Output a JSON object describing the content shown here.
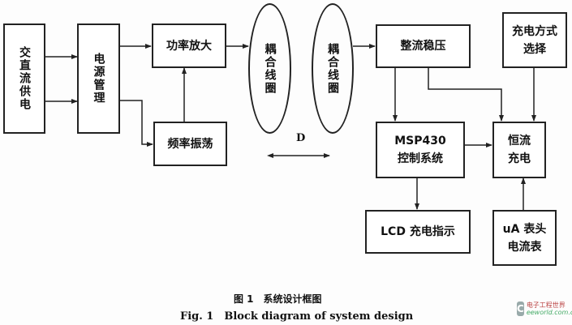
{
  "diagram": {
    "blocks": {
      "ac_dc_supply": "交直流供电",
      "power_management": "电源管理",
      "power_amplifier": "功率放大",
      "frequency_oscillator": "频率振荡",
      "coupling_coil_tx": "耦合线圈",
      "coupling_coil_rx": "耦合线圈",
      "rectifier_regulator": "整流稳压",
      "charge_mode_select": "充电方式\n选择",
      "msp430_control": "MSP430\n控制系统",
      "constant_current_charge": "恒流\n充电",
      "lcd_indicator": "LCD 充电指示",
      "ua_meter": "uA 表头\n电流表"
    },
    "distance_label": "D"
  },
  "caption": {
    "zh": "图 1　系统设计框图",
    "en": "Fig. 1　Block diagram of system design"
  },
  "watermark": {
    "line1": "电子工程世界",
    "line2": "eeworld.com.cn"
  },
  "colors": {
    "line": "#222222",
    "background": "#fdfdfd"
  }
}
